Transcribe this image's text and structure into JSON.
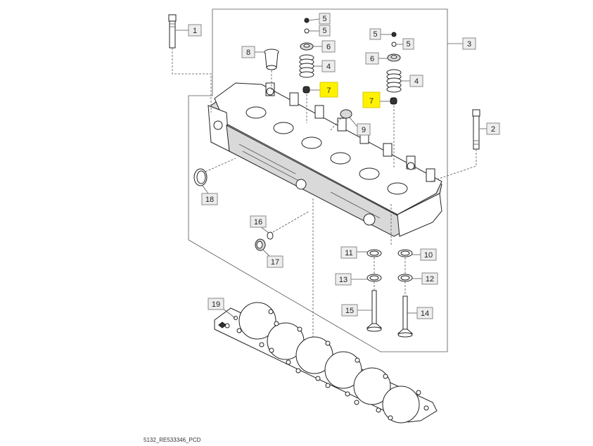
{
  "footer_code": "5132_RE533346_PCD",
  "colors": {
    "highlight": "#fff200",
    "callout_fill": "#ededed",
    "line": "#222222"
  },
  "callouts": [
    {
      "id": "c1",
      "label": "1",
      "highlighted": false
    },
    {
      "id": "c2",
      "label": "2",
      "highlighted": false
    },
    {
      "id": "c3",
      "label": "3",
      "highlighted": false
    },
    {
      "id": "c4a",
      "label": "4",
      "highlighted": false
    },
    {
      "id": "c4b",
      "label": "4",
      "highlighted": false
    },
    {
      "id": "c5a",
      "label": "5",
      "highlighted": false
    },
    {
      "id": "c5b",
      "label": "5",
      "highlighted": false
    },
    {
      "id": "c5c",
      "label": "5",
      "highlighted": false
    },
    {
      "id": "c5d",
      "label": "5",
      "highlighted": false
    },
    {
      "id": "c6a",
      "label": "6",
      "highlighted": false
    },
    {
      "id": "c6b",
      "label": "6",
      "highlighted": false
    },
    {
      "id": "c7a",
      "label": "7",
      "highlighted": true
    },
    {
      "id": "c7b",
      "label": "7",
      "highlighted": true
    },
    {
      "id": "c8",
      "label": "8",
      "highlighted": false
    },
    {
      "id": "c9",
      "label": "9",
      "highlighted": false
    },
    {
      "id": "c10",
      "label": "10",
      "highlighted": false
    },
    {
      "id": "c11",
      "label": "11",
      "highlighted": false
    },
    {
      "id": "c12",
      "label": "12",
      "highlighted": false
    },
    {
      "id": "c13",
      "label": "13",
      "highlighted": false
    },
    {
      "id": "c14",
      "label": "14",
      "highlighted": false
    },
    {
      "id": "c15",
      "label": "15",
      "highlighted": false
    },
    {
      "id": "c16",
      "label": "16",
      "highlighted": false
    },
    {
      "id": "c17",
      "label": "17",
      "highlighted": false
    },
    {
      "id": "c18",
      "label": "18",
      "highlighted": false
    },
    {
      "id": "c19",
      "label": "19",
      "highlighted": false
    }
  ]
}
